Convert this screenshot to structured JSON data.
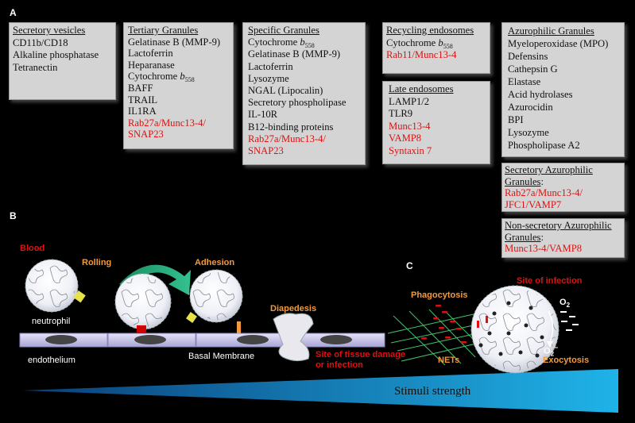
{
  "panel_a": {
    "letter": "A",
    "secretory_vesicles": {
      "title": "Secretory vesicles",
      "items": [
        "CD11b/CD18",
        "Alkaline phosphatase",
        "Tetranectin"
      ]
    },
    "tertiary_granules": {
      "title": "Tertiary Granules",
      "items": [
        "Gelatinase B (MMP-9)",
        "Lactoferrin",
        "Heparanase"
      ],
      "cyto_prefix": "Cytochrome ",
      "cyto_b": "b",
      "cyto_sub": "558",
      "items2": [
        "BAFF",
        "TRAIL",
        "IL1RA"
      ],
      "red_items": [
        "Rab27a/Munc13-4/",
        "SNAP23"
      ]
    },
    "specific_granules": {
      "title": "Specific Granules",
      "cyto_prefix": "Cytochrome ",
      "cyto_b": "b",
      "cyto_sub": "558",
      "items": [
        "Gelatinase B (MMP-9)",
        "Lactoferrin",
        "Lysozyme",
        "NGAL (Lipocalin)",
        "Secretory phospholipase",
        "IL-10R",
        "B12-binding proteins"
      ],
      "red_items": [
        "Rab27a/Munc13-4/",
        "SNAP23"
      ]
    },
    "recycling_endosomes": {
      "title": "Recycling endosomes",
      "cyto_prefix": "Cytochrome ",
      "cyto_b": "b",
      "cyto_sub": "558",
      "red_items": [
        "Rab11/Munc13-4"
      ]
    },
    "late_endosomes": {
      "title": "Late endosomes",
      "items": [
        "LAMP1/2",
        "TLR9"
      ],
      "red_items": [
        "Munc13-4",
        "VAMP8",
        "Syntaxin 7"
      ]
    },
    "azurophilic_granules": {
      "title": "Azurophilic Granules",
      "items": [
        "Myeloperoxidase (MPO)",
        "Defensins",
        "Cathepsin G",
        "Elastase",
        "Acid hydrolases",
        "Azurocidin",
        "BPI",
        "Lysozyme",
        "Phospholipase A2"
      ]
    },
    "secretory_azurophilic": {
      "title": "Secretory Azurophilic",
      "title2": "Granules",
      "colon": ":",
      "red_items": [
        "Rab27a/Munc13-4/",
        "JFC1/VAMP7"
      ]
    },
    "nonsecretory_azurophilic": {
      "title": "Non-secretory Azurophilic",
      "title2": "Granules",
      "colon": ":",
      "red_items": [
        "Munc13-4/VAMP8"
      ]
    }
  },
  "panel_b": {
    "letter": "B",
    "blood": "Blood",
    "rolling": "Rolling",
    "adhesion": "Adhesion",
    "diapedesis": "Diapedesis",
    "neutrophil": "neutrophil",
    "endothelium": "endothelium",
    "basal_membrane": "Basal Membrane",
    "site_tissue_damage_1": "Site of tissue damage",
    "site_tissue_damage_2": "or infection",
    "stimuli": "Stimuli strength"
  },
  "panel_c": {
    "letter": "C",
    "site_of_infection": "Site of infection",
    "phagocytosis": "Phagocytosis",
    "nets": "NETs",
    "exocytosis": "Exocytosis",
    "o2": "O",
    "o2_sub": "2",
    "o2_minus_sup": "−"
  },
  "colors": {
    "red_label": "#e01010",
    "orange_label": "#f49a3c",
    "stimuli_blue": "#1fb3e8",
    "membrane": "#c9c6ea",
    "box_bg": "#d4d4d4"
  }
}
